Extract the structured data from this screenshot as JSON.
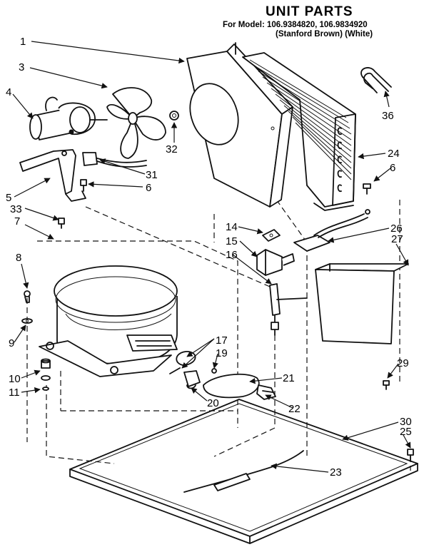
{
  "header": {
    "title": "UNIT PARTS",
    "model_line": "For Model: 106.9384820, 106.9834920",
    "color_line": "(Stanford Brown)   (White)"
  },
  "callouts": [
    "1",
    "3",
    "4",
    "36",
    "32",
    "24",
    "6",
    "31",
    "5",
    "6",
    "33",
    "7",
    "14",
    "26",
    "15",
    "27",
    "16",
    "8",
    "9",
    "17",
    "19",
    "29",
    "10",
    "21",
    "11",
    "20",
    "22",
    "30",
    "25",
    "23"
  ]
}
